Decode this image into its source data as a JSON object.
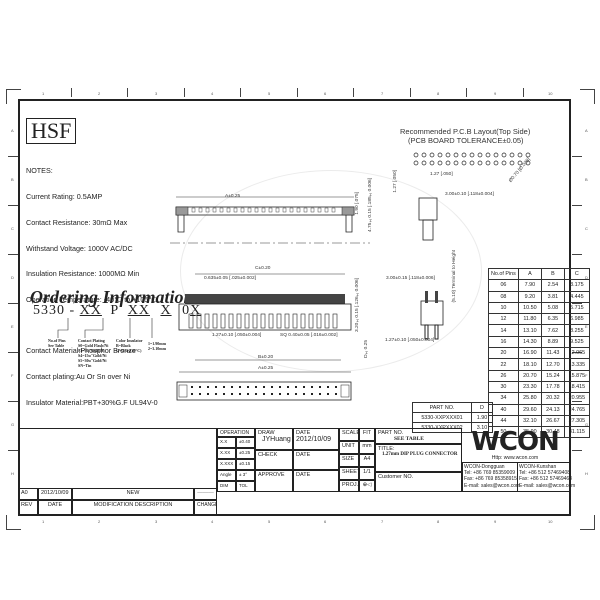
{
  "margin_labels": {
    "top": [
      "1",
      "2",
      "3",
      "4",
      "5",
      "6",
      "7",
      "8",
      "9",
      "10"
    ],
    "side": [
      "A",
      "B",
      "C",
      "D",
      "E",
      "F",
      "G",
      "H"
    ]
  },
  "brand_box": "HSF",
  "notes": {
    "heading": "NOTES:",
    "lines": [
      "Current Rating: 0.5AMP",
      "Contact Resistance: 30mΩ Max",
      "Withstand Voltage: 1000V AC/DC",
      "Insulation Resistance: 1000MΩ Min",
      "Operation Temperature: -40℃ to +105℃"
    ],
    "material_lines": [
      "Contact Material:Phosphor Bronze",
      "Contact plating:Au Or Sn over Ni",
      "Insulator Material:PBT+30%G.F UL94V-0"
    ]
  },
  "ordering": {
    "title": "Ordering Information",
    "code_prefix": "5330 -",
    "code_parts": [
      "XX",
      "P",
      "XX",
      "X",
      "0",
      "X"
    ],
    "legend": {
      "pins": "No.of Pins\nSee Table",
      "plating": "Contact Plating\nS0=Gold Flash/Ni\nS3=3u\"Gold/Ni\nS4=15u\"Gold/Ni\nS5=30u\"Gold/Ni\nSN=Tin",
      "color": "Color Insulator\nB=Black\nG=Gray(42°C)",
      "height": "1=1.90mm\n2=3.10mm"
    }
  },
  "pcb_layout": {
    "title_line1": "Recommended P.C.B Layout(Top Side)",
    "title_line2": "(PCB BOARD TOLERANCE±0.05)",
    "dims": [
      "1.27 [.050]",
      "1.27 [.050]",
      "Ø0.70 [Ø.028]"
    ]
  },
  "dimensions": {
    "a_top": "A±0.25",
    "h190": "1.90 [.075]",
    "h475": "4.75±0.15 [.185±0.006]",
    "w300": "3.00±0.10 [.118±0.004]",
    "c": "C±0.20",
    "d0635": "0.635±0.05 [.025±0.002]",
    "h320": "3.20±0.15 [.126±0.006]",
    "p127": "1.27±0.10 [.050±0.004]",
    "sq": "SQ 0.40±0.05 [.016±0.002]",
    "b": "B±0.20",
    "a_bot": "A±0.25",
    "d": "D±0.25",
    "w300b": "3.00±0.15 [.118±0.006]",
    "term": "(5.10) Terminal to Height",
    "p127b": "1.27±0.10 [.050±0.004]"
  },
  "pin_table": {
    "headers": [
      "No.of Pins",
      "A",
      "B",
      "C"
    ],
    "rows": [
      [
        "06",
        "7.90",
        "2.54",
        "3.175"
      ],
      [
        "08",
        "9.20",
        "3.81",
        "4.445"
      ],
      [
        "10",
        "10.50",
        "5.08",
        "5.715"
      ],
      [
        "12",
        "11.80",
        "6.35",
        "6.985"
      ],
      [
        "14",
        "13.10",
        "7.62",
        "8.255"
      ],
      [
        "16",
        "14.30",
        "8.89",
        "9.525"
      ],
      [
        "20",
        "16.90",
        "11.43",
        "12.065"
      ],
      [
        "22",
        "18.10",
        "12.70",
        "13.335"
      ],
      [
        "26",
        "20.70",
        "15.24",
        "15.875"
      ],
      [
        "30",
        "23.30",
        "17.78",
        "18.415"
      ],
      [
        "34",
        "25.80",
        "20.32",
        "20.955"
      ],
      [
        "40",
        "29.60",
        "24.13",
        "24.765"
      ],
      [
        "44",
        "32.10",
        "26.67",
        "27.305"
      ],
      [
        "50",
        "35.90",
        "30.48",
        "31.115"
      ]
    ]
  },
  "part_table": {
    "headers": [
      "PART NO.",
      "D"
    ],
    "rows": [
      [
        "5330-XXPXXX01",
        "1.90"
      ],
      [
        "5330-XXPXXX02",
        "3.10"
      ]
    ]
  },
  "revision": {
    "rev": "A0",
    "date": "2012/10/09",
    "description": "NEW",
    "change": "———",
    "headers": [
      "REV",
      "DATE",
      "MODIFICATION DESCRIPTION",
      "CHANGE"
    ]
  },
  "tolerance": {
    "header": "OPERATION",
    "rows": [
      [
        "X.X",
        "±0.40"
      ],
      [
        "X.XX",
        "±0.25"
      ],
      [
        "X.XXX",
        "±0.15"
      ],
      [
        "Angle",
        "± 3°"
      ]
    ],
    "footer": [
      "DIM",
      "TOL"
    ]
  },
  "signoff": {
    "draw_label": "DRAW",
    "draw_name": "JYHuang",
    "draw_date_label": "DATE",
    "draw_date": "2012/10/09",
    "check_label": "CHECK",
    "check_date_label": "DATE",
    "approve_label": "APPROVE",
    "approve_date_label": "DATE"
  },
  "sheet_info": {
    "scale_label": "SCALE",
    "scale": "FIT",
    "unit_label": "UNIT",
    "unit": "mm",
    "size_label": "SIZE",
    "size": "A4",
    "sheet_label": "SHEET",
    "sheet": "1/1",
    "proj_label": "PROJ.",
    "proj": "⊕◁"
  },
  "part": {
    "part_no_label": "PART NO.",
    "part_no": "SEE TABLE",
    "title_label": "TITLE:",
    "title": "1.27mm DIP PLUG CONNECTOR",
    "customer_label": "Customer NO."
  },
  "company": {
    "logo": "WCON",
    "url": "Http: www.wcon.com",
    "dongguan": "WCON-Dongguan\nTel: +86 769 85359009\nFax: +86 769 85358915\nE-mail: sales@wcon.com",
    "kunshan": "WCON-Kunshan\nTel: +86 512 57469408\nFax: +86 512 57469468\nE-mail: sales@wcon.com"
  }
}
